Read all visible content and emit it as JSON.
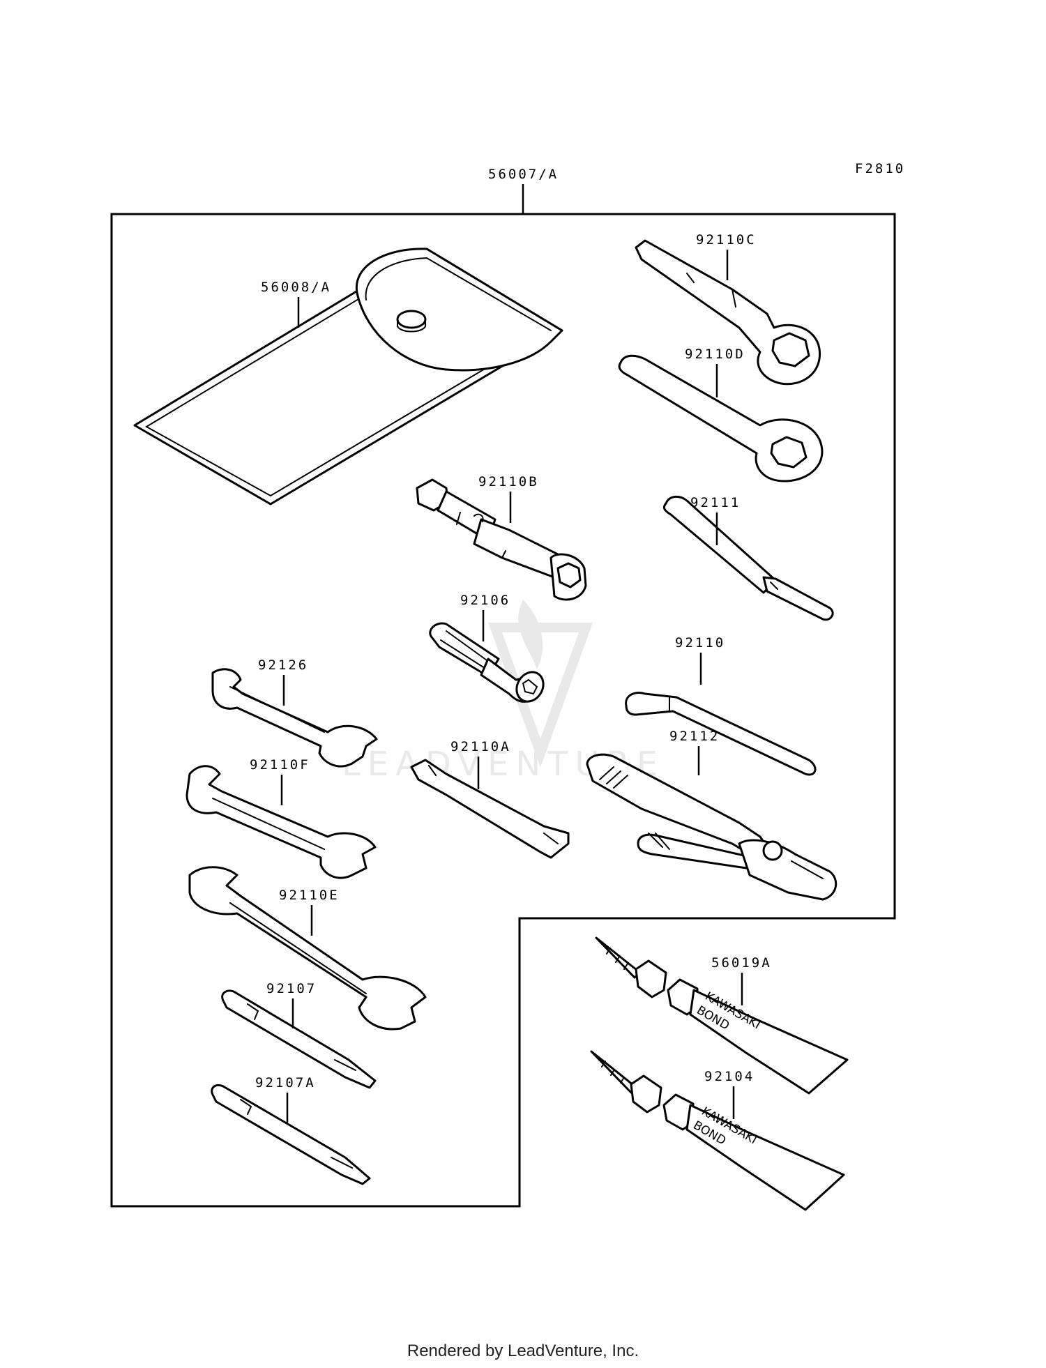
{
  "figure_code": "F2810",
  "parts": {
    "kit": "56007/A",
    "pouch": "56008/A",
    "wrench_ring_c": "92110C",
    "wrench_ring_d": "92110D",
    "spark_plug_wrench": "92110B",
    "handle": "92111",
    "adapter": "92106",
    "hex_key": "92110",
    "wrench_92126": "92126",
    "pliers": "92112",
    "wrench_f": "92110F",
    "spoke_wrench": "92110A",
    "wrench_e": "92110E",
    "screwdriver_bit": "92107",
    "screwdriver_bit_a": "92107A",
    "bond_a": "56019A",
    "bond": "92104"
  },
  "tube_text": {
    "line1": "KAWASAKI",
    "line2": "BOND"
  },
  "watermark": "LEADVENTURE",
  "footer": "Rendered by LeadVenture, Inc."
}
